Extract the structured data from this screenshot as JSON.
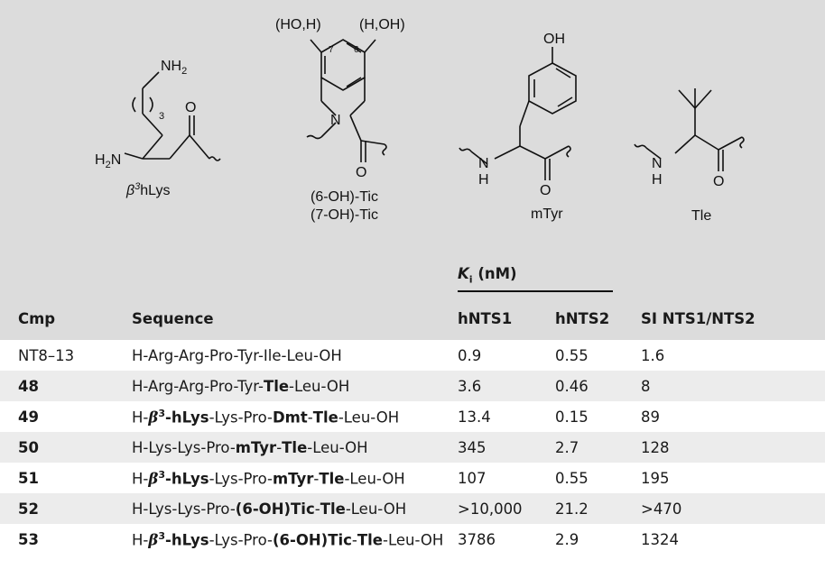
{
  "structures": [
    {
      "label_html": "β³hLys",
      "labels": [
        "NH2",
        "3",
        "H2N"
      ]
    },
    {
      "substituent_top": [
        "(HO,H)",
        "(H,OH)"
      ],
      "positions": [
        "7",
        "6"
      ],
      "atom": "N",
      "captions": [
        "(6-OH)-Tic",
        "(7-OH)-Tic"
      ]
    },
    {
      "atoms": [
        "OH",
        "N",
        "H",
        "O"
      ],
      "caption": "mTyr"
    },
    {
      "atoms": [
        "N",
        "H",
        "O"
      ],
      "caption": "Tle"
    }
  ],
  "table": {
    "ki_header": "K",
    "ki_sub": "i",
    "ki_unit": " (nM)",
    "columns": [
      "Cmp",
      "Sequence",
      "hNTS1",
      "hNTS2",
      "SI NTS1/NTS2"
    ],
    "rows": [
      {
        "cmp": "NT8–13",
        "cmp_bold": false,
        "seq": [
          {
            "t": "H-Arg-Arg-Pro-Tyr-Ile-Leu-OH"
          }
        ],
        "hnts1": "0.9",
        "hnts2": "0.55",
        "si": "1.6"
      },
      {
        "cmp": "48",
        "cmp_bold": true,
        "seq": [
          {
            "t": "H-Arg-Arg-Pro-Tyr-"
          },
          {
            "t": "Tle",
            "b": true
          },
          {
            "t": "-Leu-OH"
          }
        ],
        "hnts1": "3.6",
        "hnts2": "0.46",
        "si": "8"
      },
      {
        "cmp": "49",
        "cmp_bold": true,
        "seq": [
          {
            "t": "H-"
          },
          {
            "t": "β",
            "beta": true
          },
          {
            "t": "3",
            "sup": true
          },
          {
            "t": "-hLys",
            "b": true
          },
          {
            "t": "-Lys-Pro-"
          },
          {
            "t": "Dmt",
            "b": true
          },
          {
            "t": "-"
          },
          {
            "t": "Tle",
            "b": true
          },
          {
            "t": "-Leu-OH"
          }
        ],
        "hnts1": "13.4",
        "hnts2": "0.15",
        "si": "89"
      },
      {
        "cmp": "50",
        "cmp_bold": true,
        "seq": [
          {
            "t": "H-Lys-Lys-Pro-"
          },
          {
            "t": "mTyr",
            "b": true
          },
          {
            "t": "-"
          },
          {
            "t": "Tle",
            "b": true
          },
          {
            "t": "-Leu-OH"
          }
        ],
        "hnts1": "345",
        "hnts2": "2.7",
        "si": "128"
      },
      {
        "cmp": "51",
        "cmp_bold": true,
        "seq": [
          {
            "t": "H-"
          },
          {
            "t": "β",
            "beta": true
          },
          {
            "t": "3",
            "sup": true
          },
          {
            "t": "-hLys",
            "b": true
          },
          {
            "t": "-Lys-Pro-"
          },
          {
            "t": "mTyr",
            "b": true
          },
          {
            "t": "-"
          },
          {
            "t": "Tle",
            "b": true
          },
          {
            "t": "-Leu-OH"
          }
        ],
        "hnts1": "107",
        "hnts2": "0.55",
        "si": "195"
      },
      {
        "cmp": "52",
        "cmp_bold": true,
        "seq": [
          {
            "t": "H-Lys-Lys-Pro-"
          },
          {
            "t": "(6-OH)Tic",
            "b": true
          },
          {
            "t": "-"
          },
          {
            "t": "Tle",
            "b": true
          },
          {
            "t": "-Leu-OH"
          }
        ],
        "hnts1": ">10,000",
        "hnts2": "21.2",
        "si": ">470"
      },
      {
        "cmp": "53",
        "cmp_bold": true,
        "seq": [
          {
            "t": "H-"
          },
          {
            "t": "β",
            "beta": true
          },
          {
            "t": "3",
            "sup": true
          },
          {
            "t": "-hLys",
            "b": true
          },
          {
            "t": "-Lys-Pro-"
          },
          {
            "t": "(6-OH)Tic",
            "b": true
          },
          {
            "t": "-"
          },
          {
            "t": "Tle",
            "b": true
          },
          {
            "t": "-Leu-OH"
          }
        ],
        "hnts1": "3786",
        "hnts2": "2.9",
        "si": "1324"
      }
    ]
  }
}
